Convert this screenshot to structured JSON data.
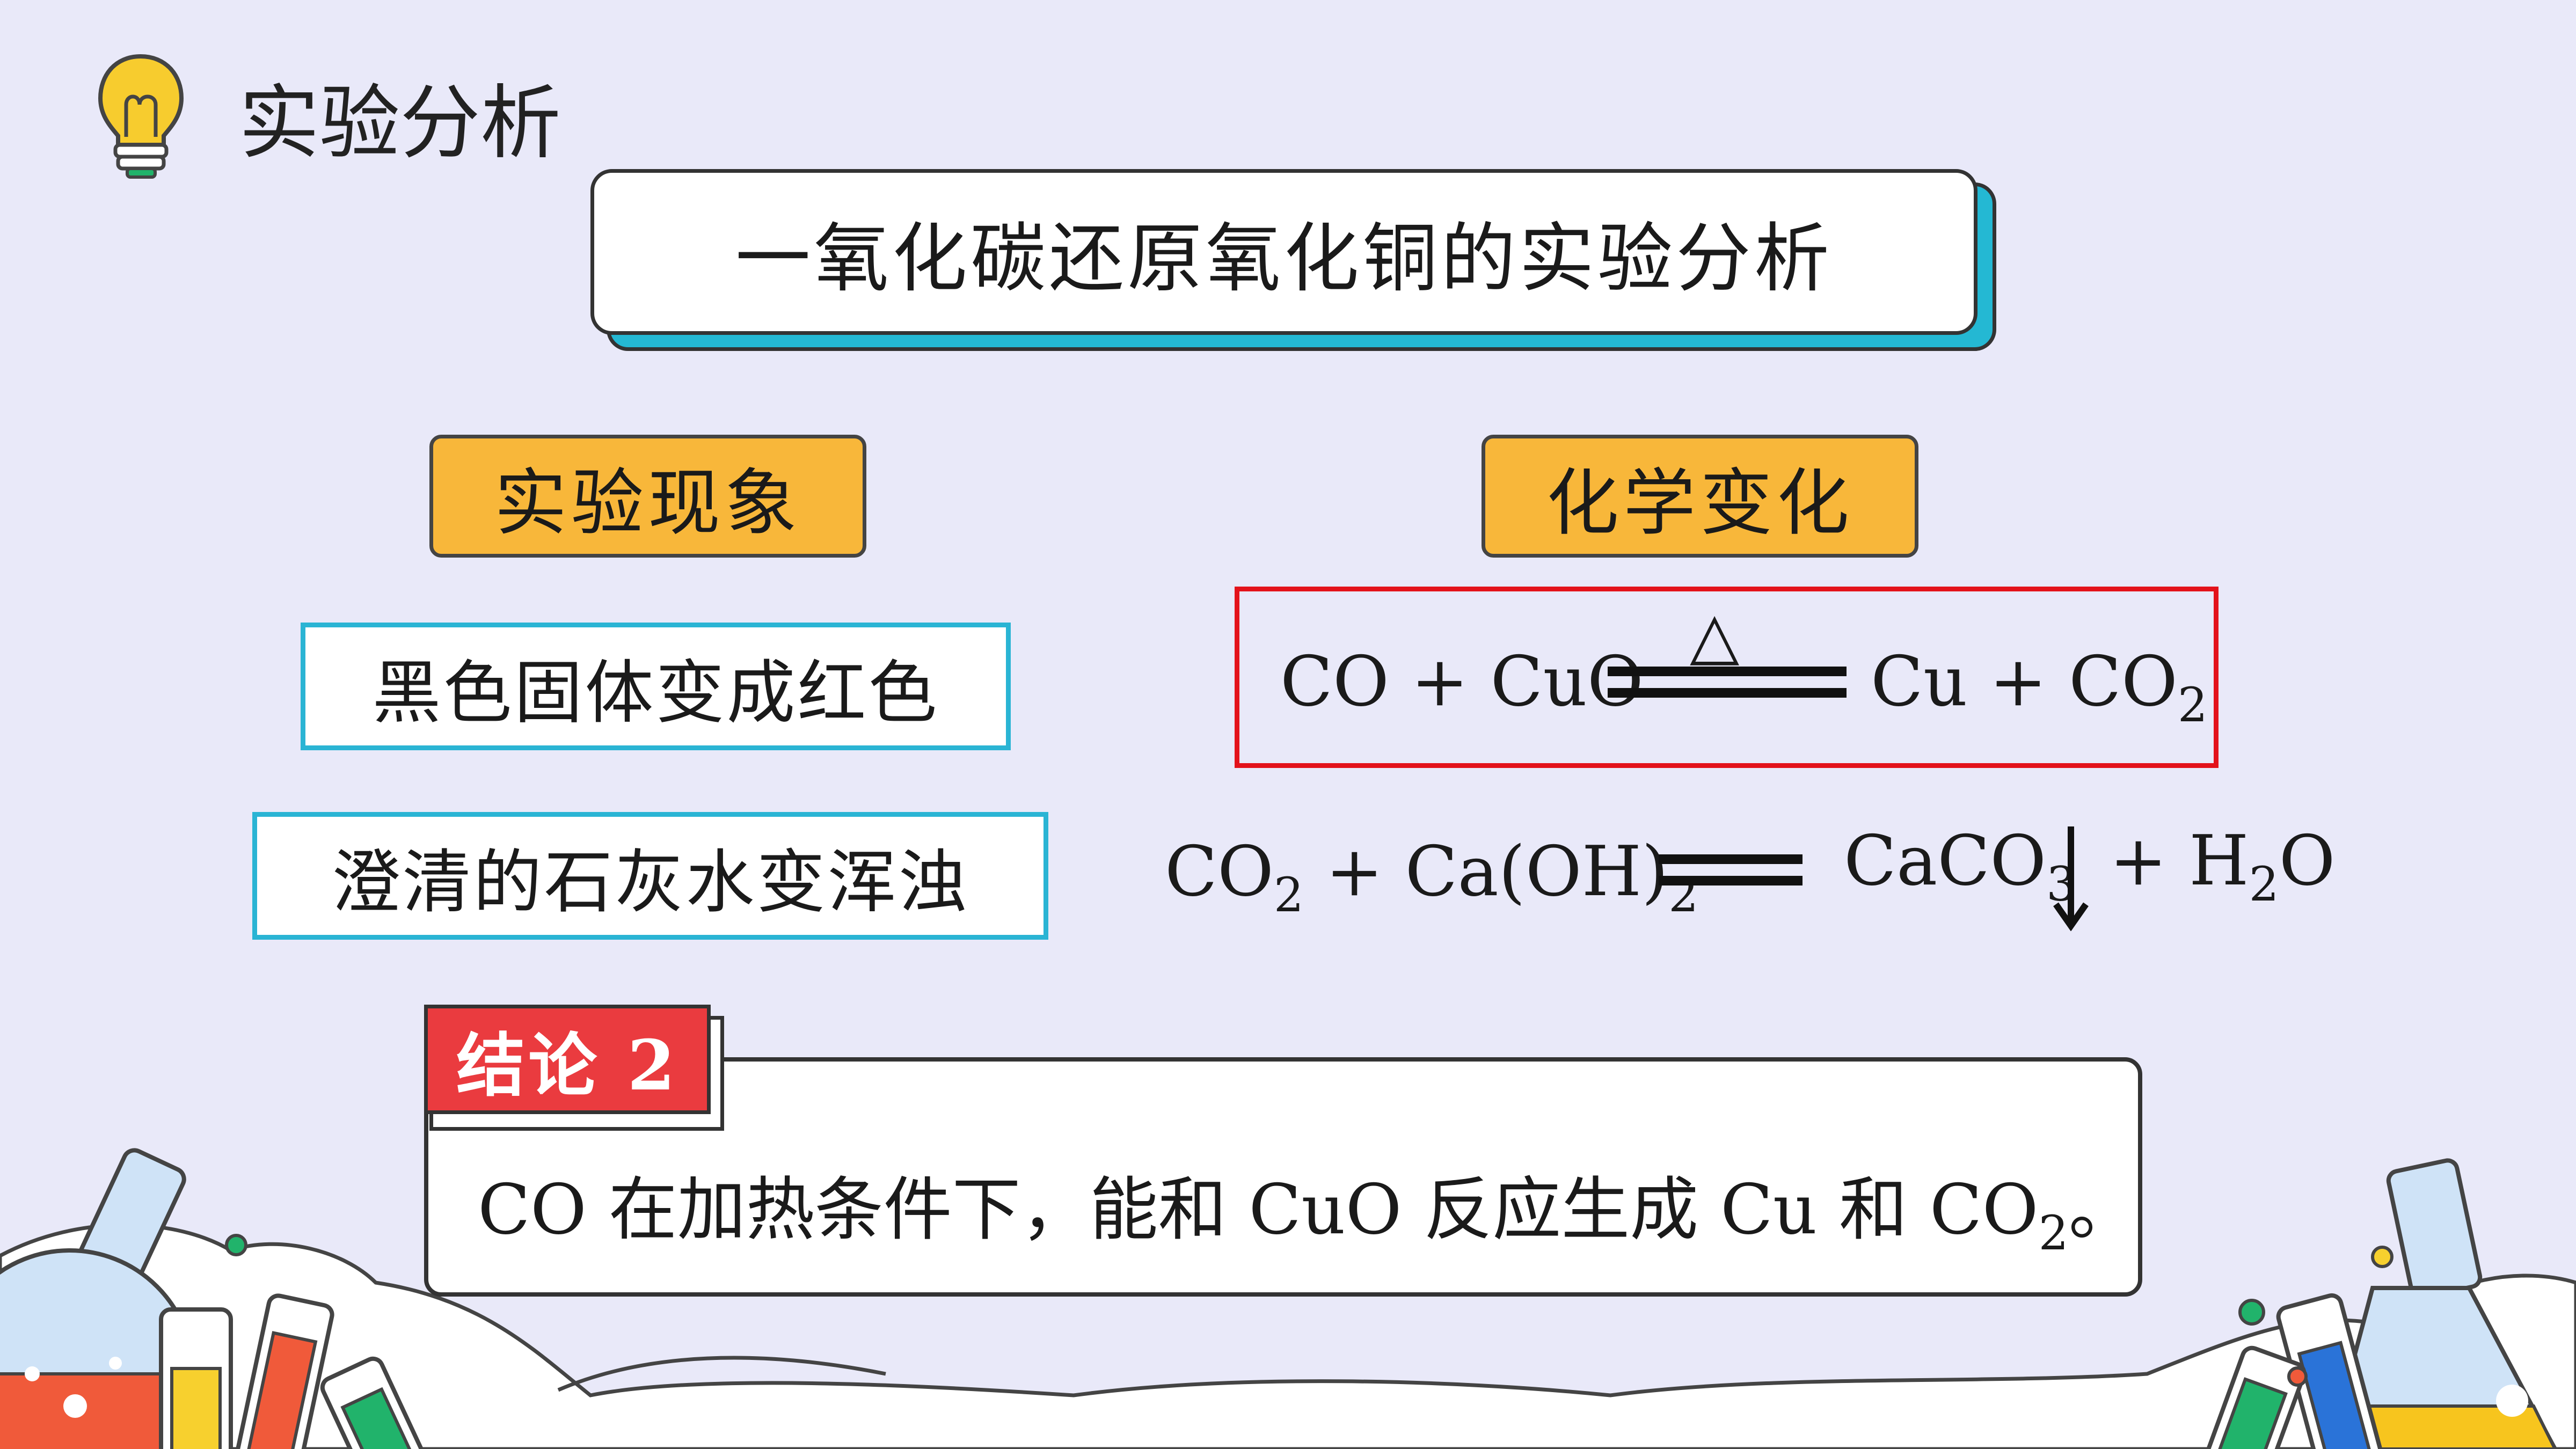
{
  "header": {
    "title": "实验分析",
    "icon": "lightbulb-icon"
  },
  "title_box": {
    "text": "一氧化碳还原氧化铜的实验分析"
  },
  "sections": {
    "phenomena_label": "实验现象",
    "changes_label": "化学变化"
  },
  "phenomena": [
    "黑色固体变成红色",
    "澄清的石灰水变浑浊"
  ],
  "equations": {
    "eq1": {
      "reactants": "CO + CuO",
      "condition": "△",
      "product_1": "Cu + CO",
      "product_1_sub": "2"
    },
    "eq2": {
      "reactant_1": "CO",
      "reactant_1_sub": "2",
      "reactant_2": " + Ca(OH)",
      "reactant_2_sub": "2",
      "product_1": "CaCO",
      "product_1_sub": "3",
      "precipitate_symbol": "↓",
      "product_2_pre": "+  H",
      "product_2_sub": "2",
      "product_2_post": "O"
    }
  },
  "conclusion": {
    "badge": "结论 2",
    "text_main": "CO 在加热条件下，能和 CuO 反应生成 Cu 和 CO",
    "text_sub": "2",
    "text_end": "。"
  },
  "colors": {
    "background": "#e9e9f9",
    "title_shadow": "#24b8d3",
    "tag_fill": "#f8b73a",
    "observation_border": "#2ab4d4",
    "equation_box_border": "#e3121b",
    "badge_fill": "#ea3b3f"
  }
}
